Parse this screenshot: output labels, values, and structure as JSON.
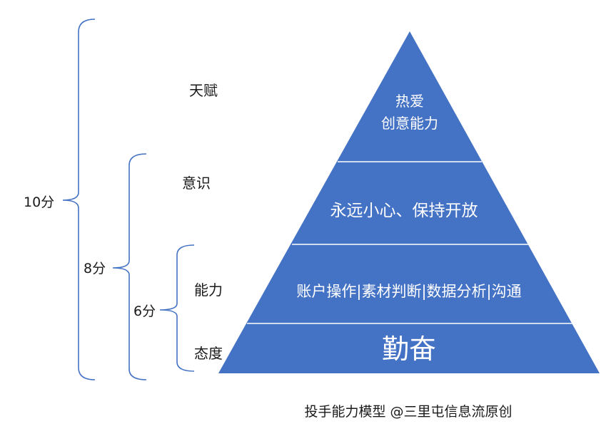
{
  "colors": {
    "pyramid_fill": "#4472C4",
    "pyramid_divider": "#ffffff",
    "bracket": "#4472C4",
    "text_dark": "#1a1a1a",
    "text_light": "#ffffff"
  },
  "pyramid": {
    "tiers": [
      {
        "lines": [
          "热爱",
          "创意能力"
        ]
      },
      {
        "lines": [
          "永远小心、保持开放"
        ]
      },
      {
        "lines": [
          "账户操作|素材判断|数据分析|沟通"
        ]
      },
      {
        "lines": [
          "勤奋"
        ]
      }
    ]
  },
  "side_labels": {
    "talent": "天赋",
    "awareness": "意识",
    "ability": "能力",
    "attitude": "态度"
  },
  "scores": {
    "ten": "10分",
    "eight": "8分",
    "six": "6分"
  },
  "caption": "投手能力模型 @三里屯信息流原创"
}
